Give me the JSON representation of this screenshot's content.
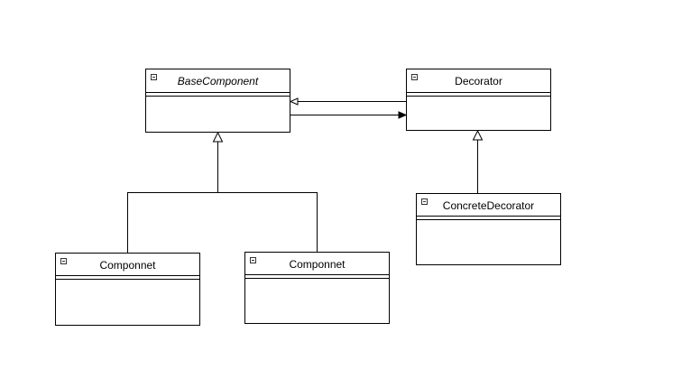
{
  "diagram": {
    "classes": [
      {
        "id": "base",
        "name": "BaseComponent",
        "abstract": true
      },
      {
        "id": "deco",
        "name": "Decorator",
        "abstract": false
      },
      {
        "id": "cdeco",
        "name": "ConcreteDecorator",
        "abstract": false
      },
      {
        "id": "comp1",
        "name": "Componnet",
        "abstract": false
      },
      {
        "id": "comp2",
        "name": "Componnet",
        "abstract": false
      }
    ],
    "relations": [
      {
        "from": "deco",
        "to": "base",
        "type": "generalization"
      },
      {
        "from": "base",
        "to": "deco",
        "type": "association"
      },
      {
        "from": "cdeco",
        "to": "deco",
        "type": "generalization"
      },
      {
        "from": "comp1",
        "to": "base",
        "type": "generalization"
      },
      {
        "from": "comp2",
        "to": "base",
        "type": "generalization"
      }
    ],
    "colors": {
      "line": "#000000",
      "background": "#ffffff"
    }
  }
}
